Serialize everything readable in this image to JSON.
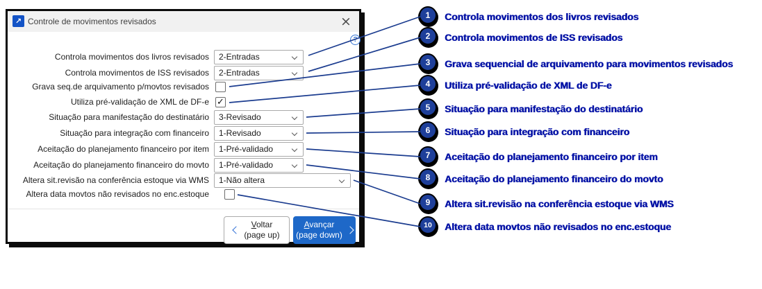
{
  "window": {
    "title": "Controle de movimentos revisados",
    "icons": {
      "title_arrow": "↗",
      "close": "×",
      "help": "?",
      "check": "✓"
    }
  },
  "fields": [
    {
      "label": "Controla movimentos dos livros revisados",
      "type": "select",
      "value": "2-Entradas"
    },
    {
      "label": "Controla movimentos de ISS revisados",
      "type": "select",
      "value": "2-Entradas"
    },
    {
      "label": "Grava seq.de arquivamento p/movtos revisados",
      "type": "checkbox",
      "checked": false
    },
    {
      "label": "Utiliza pré-validação de XML de DF-e",
      "type": "checkbox",
      "checked": true
    },
    {
      "label": "Situação para manifestação do destinatário",
      "type": "select",
      "value": "3-Revisado"
    },
    {
      "label": "Situação para integração com financeiro",
      "type": "select",
      "value": "1-Revisado"
    },
    {
      "label": "Aceitação do planejamento financeiro por item",
      "type": "select",
      "value": "1-Pré-validado"
    },
    {
      "label": "Aceitação do planejamento financeiro do movto",
      "type": "select",
      "value": "1-Pré-validado"
    },
    {
      "label": "Altera sit.revisão na conferência estoque via WMS",
      "type": "select",
      "value": "1-Não altera",
      "wide": true
    },
    {
      "label": "Altera data movtos não revisados no enc.estoque",
      "type": "checkbox",
      "checked": false
    }
  ],
  "buttons": {
    "back": {
      "label": "Voltar",
      "sub": "(page up)"
    },
    "next": {
      "label": "Avançar",
      "sub": "(page down)"
    }
  },
  "annotations": [
    {
      "num": "1",
      "text": "Controla movimentos dos livros revisados"
    },
    {
      "num": "2",
      "text": "Controla movimentos de ISS revisados"
    },
    {
      "num": "3",
      "text": "Grava sequencial de arquivamento para movimentos revisados"
    },
    {
      "num": "4",
      "text": "Utiliza pré-validação de XML de DF-e"
    },
    {
      "num": "5",
      "text": "Situação para manifestação do destinatário"
    },
    {
      "num": "6",
      "text": "Situação para integração com financeiro"
    },
    {
      "num": "7",
      "text": "Aceitação do planejamento financeiro por item"
    },
    {
      "num": "8",
      "text": "Aceitação do planejamento financeiro do movto"
    },
    {
      "num": "9",
      "text": "Altera sit.revisão na conferência estoque via WMS"
    },
    {
      "num": "10",
      "text": "Altera data movtos não revisados no enc.estoque"
    }
  ],
  "colors": {
    "window_border": "#0b0b0b",
    "titlebar_bg": "#f1f1f1",
    "app_icon_blue": "#1353c6",
    "primary_button_blue": "#1e68c8",
    "annotation_circle_fill": "#1e3f9a",
    "annotation_text_blue": "#0614a6",
    "connector_line_blue": "#1b3c8f",
    "help_icon_blue": "#3474d4"
  }
}
